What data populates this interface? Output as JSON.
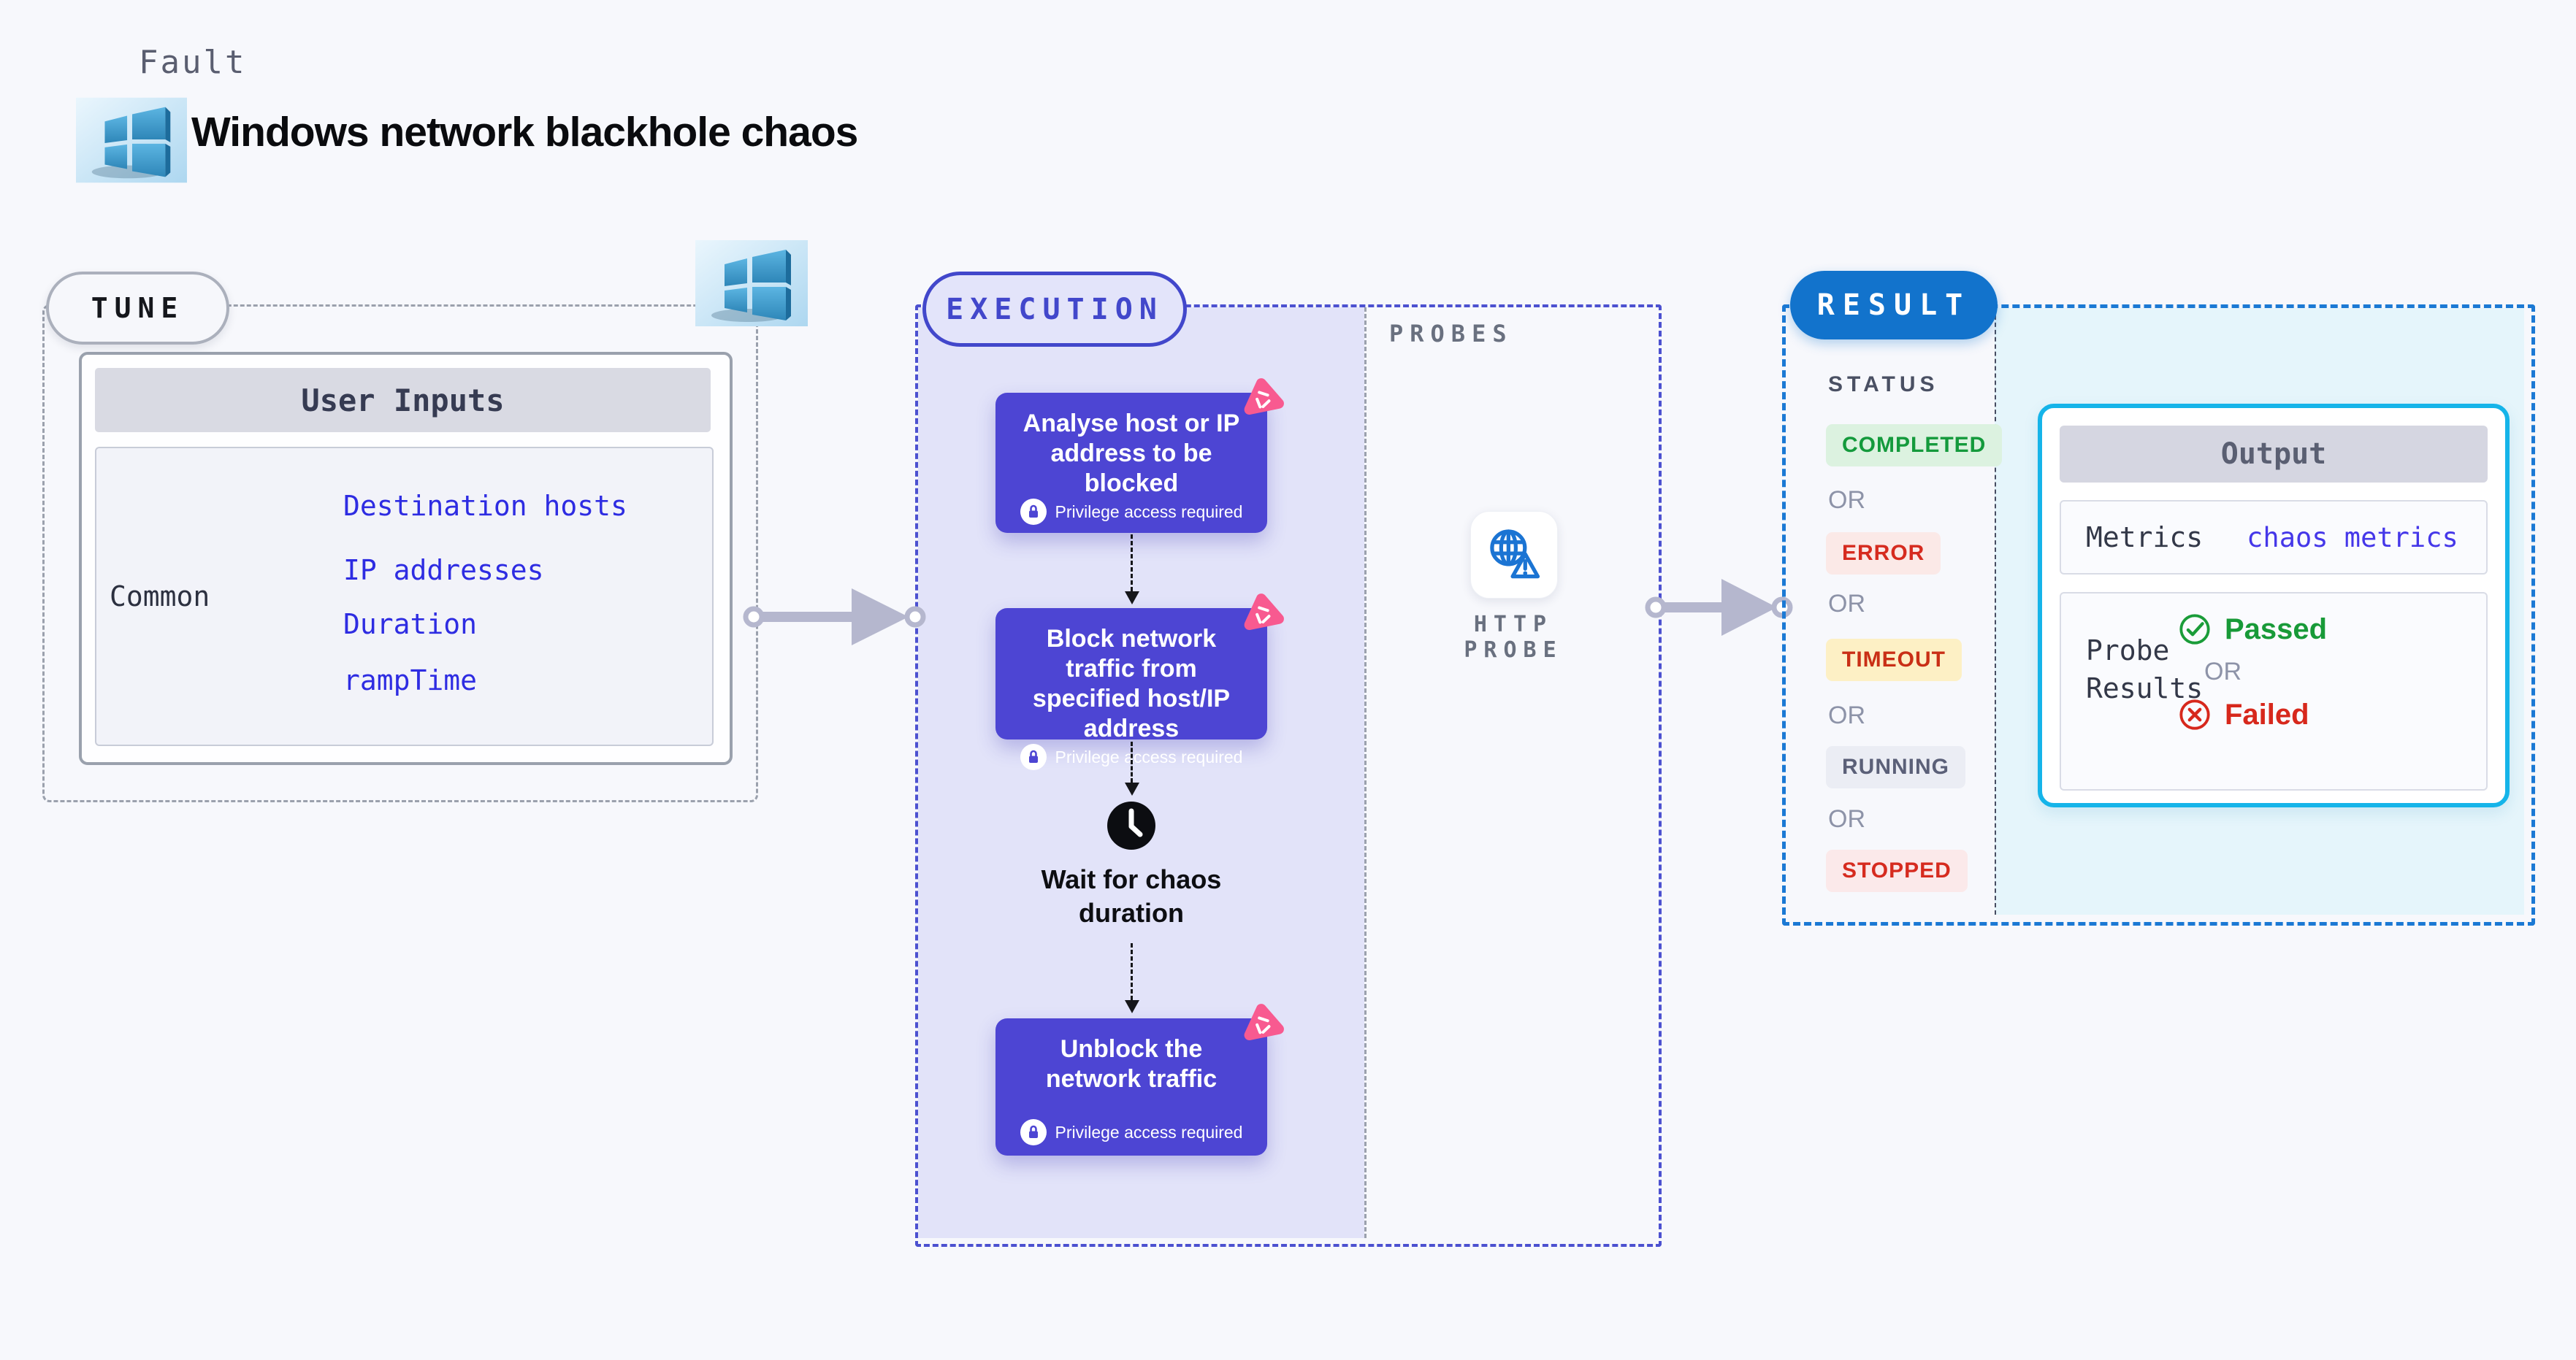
{
  "header": {
    "kicker": "Fault",
    "title": "Windows network blackhole chaos"
  },
  "tune": {
    "badge": "TUNE",
    "table_title": "User Inputs",
    "row_label": "Common",
    "links": [
      "Destination hosts",
      "IP addresses",
      "Duration",
      "rampTime"
    ]
  },
  "execution": {
    "badge": "EXECUTION",
    "steps": [
      {
        "title": "Analyse host or IP address to be blocked",
        "note": "Privilege access required"
      },
      {
        "title": "Block network traffic from specified host/IP address",
        "note": "Privilege access required"
      },
      {
        "title": "Wait for chaos duration"
      },
      {
        "title": "Unblock the network traffic",
        "note": "Privilege access required"
      }
    ]
  },
  "probes": {
    "label": "PROBES",
    "probe_label": "HTTP PROBE"
  },
  "result": {
    "badge": "RESULT",
    "status_label": "STATUS",
    "or_label": "OR",
    "statuses": [
      "COMPLETED",
      "ERROR",
      "TIMEOUT",
      "RUNNING",
      "STOPPED"
    ],
    "output": {
      "title": "Output",
      "metrics_label": "Metrics",
      "metrics_value": "chaos metrics",
      "probe_label": "Probe Results",
      "passed": "Passed",
      "failed": "Failed"
    }
  },
  "colors": {
    "accent_indigo": "#4d45d3",
    "execution_border": "#4247cb",
    "result_badge_blue": "#1273cc",
    "result_border_blue": "#1b79d4",
    "output_border_cyan": "#15b4e9",
    "chaos_pink": "#f85a90",
    "link_blue": "#2e2ce2",
    "success_green": "#149a3c",
    "error_red": "#d62b1f",
    "timeout_bg": "#fdf0c5",
    "probe_icon_blue": "#1b74d3",
    "execution_bg": "#e2e3f9",
    "result_bg": "#e5f5fb"
  }
}
